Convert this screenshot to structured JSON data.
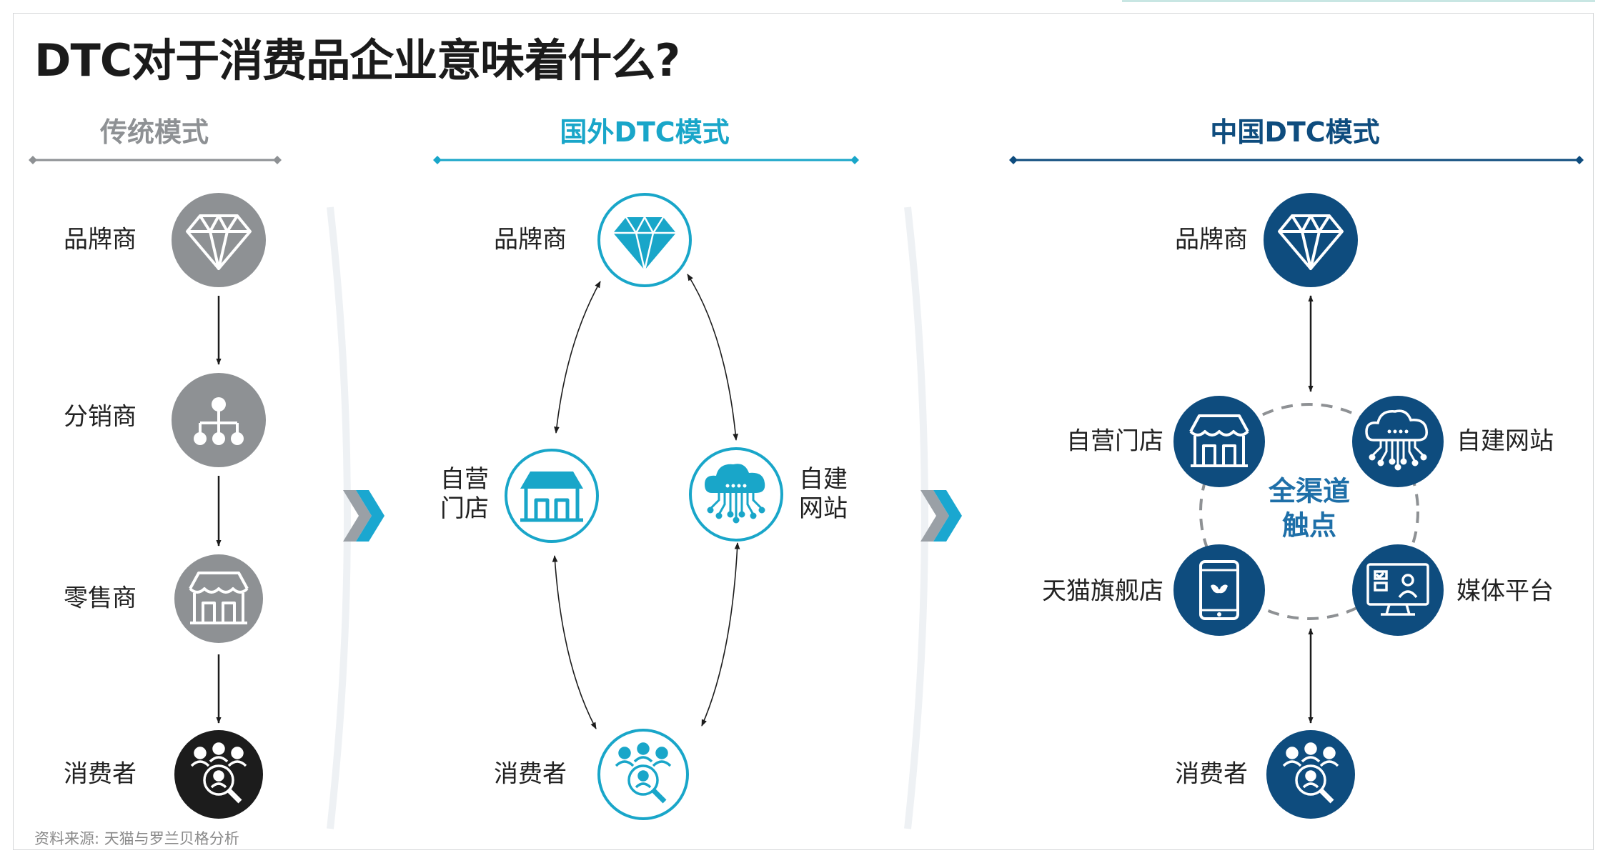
{
  "title": "DTC对于消费品企业意味着什么?",
  "columns": {
    "traditional": "传统模式",
    "foreign": "国外DTC模式",
    "china": "中国DTC模式"
  },
  "labels": {
    "brand": "品牌商",
    "distributor": "分销商",
    "retailer": "零售商",
    "consumer": "消费者",
    "own_store": "自营门店",
    "own_store_line1": "自营",
    "own_store_line2": "门店",
    "own_site": "自建网站",
    "own_site_line1": "自建",
    "own_site_line2": "网站",
    "tmall": "天猫旗舰店",
    "media": "媒体平台"
  },
  "hub": {
    "line1": "全渠道",
    "line2": "触点"
  },
  "source": "资料来源:   天猫与罗兰贝格分析",
  "colors": {
    "gray": "#8e9194",
    "black": "#1c1c1c",
    "cyan": "#19a6c9",
    "navy": "#0e4c7e",
    "chevron_cyan": "#1aa7d0",
    "chevron_gray": "#9aa0a6",
    "hub_text": "#1e6fa8"
  },
  "icons": [
    "diamond-icon",
    "network-icon",
    "storefront-icon",
    "consumer-search-icon",
    "cloud-network-icon",
    "tablet-icon",
    "monitor-icon",
    "chevron-right-icon"
  ]
}
